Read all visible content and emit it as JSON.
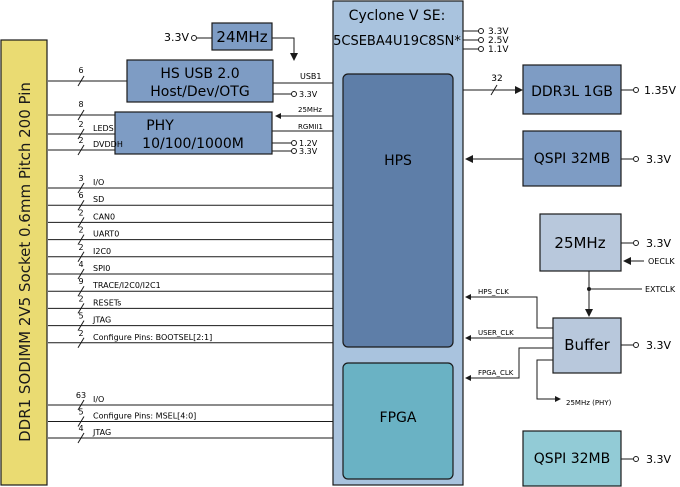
{
  "socket": {
    "label": "DDR1 SODIMM 2V5 Socket 0.6mm Pitch 200 Pin"
  },
  "osc_top": {
    "label": "24MHz",
    "supply": "3.3V"
  },
  "usb": {
    "label_line1": "HS USB 2.0",
    "label_line2": "Host/Dev/OTG",
    "bus_width": "6",
    "signal": "USB1",
    "supply": "3.3V"
  },
  "phy": {
    "label_line1": "PHY",
    "label_line2": "10/100/1000M",
    "bus_width": "8",
    "leds_width": "2",
    "leds_label": "LEDS",
    "dvddh_width": "2",
    "dvddh_label": "DVDDH",
    "clk_label": "25MHz",
    "rgmii_label": "RGMII1",
    "supply_1": "1.2V",
    "supply_2": "3.3V"
  },
  "fpga_chip": {
    "title_line1": "Cyclone V SE:",
    "title_line2": "5CSEBA4U19C8SN*",
    "supply_1": "3.3V",
    "supply_2": "2.5V",
    "supply_3": "1.1V",
    "hps_label": "HPS",
    "fpga_label": "FPGA"
  },
  "hps_signals": [
    {
      "width": "3",
      "label": "I/O"
    },
    {
      "width": "6",
      "label": "SD"
    },
    {
      "width": "2",
      "label": "CAN0"
    },
    {
      "width": "2",
      "label": "UART0"
    },
    {
      "width": "2",
      "label": "I2C0"
    },
    {
      "width": "4",
      "label": "SPI0"
    },
    {
      "width": "9",
      "label": "TRACE/I2C0/I2C1"
    },
    {
      "width": "2",
      "label": "RESETs"
    },
    {
      "width": "5",
      "label": "JTAG"
    },
    {
      "width": "2",
      "label": "Configure Pins: BOOTSEL[2:1]"
    }
  ],
  "fpga_signals": [
    {
      "width": "63",
      "label": "I/O"
    },
    {
      "width": "5",
      "label": "Configure Pins: MSEL[4:0]"
    },
    {
      "width": "4",
      "label": "JTAG"
    }
  ],
  "ddr3": {
    "label": "DDR3L 1GB",
    "bus_width": "32",
    "supply": "1.35V"
  },
  "qspi_hps": {
    "label": "QSPI 32MB",
    "supply": "3.3V"
  },
  "osc_25": {
    "label": "25MHz",
    "supply": "3.3V",
    "oe_label": "OECLK"
  },
  "extclk": {
    "label": "EXTCLK"
  },
  "buffer": {
    "label": "Buffer",
    "supply": "3.3V",
    "out_hps": "HPS_CLK",
    "out_user": "USER_CLK",
    "out_fpga": "FPGA_CLK",
    "out_phy": "25MHz (PHY)"
  },
  "qspi_fpga": {
    "label": "QSPI 32MB",
    "supply": "3.3V"
  },
  "colors": {
    "socket_fill": "#eadb72",
    "block_fill": "#7e9cc4",
    "chip_fill": "#a9c3de",
    "hps_fill": "#5e7ea8",
    "fpga_fill": "#6ab2c4",
    "osc_fill": "#b8c8dc",
    "qspi_fpga_fill": "#92cbd6"
  }
}
